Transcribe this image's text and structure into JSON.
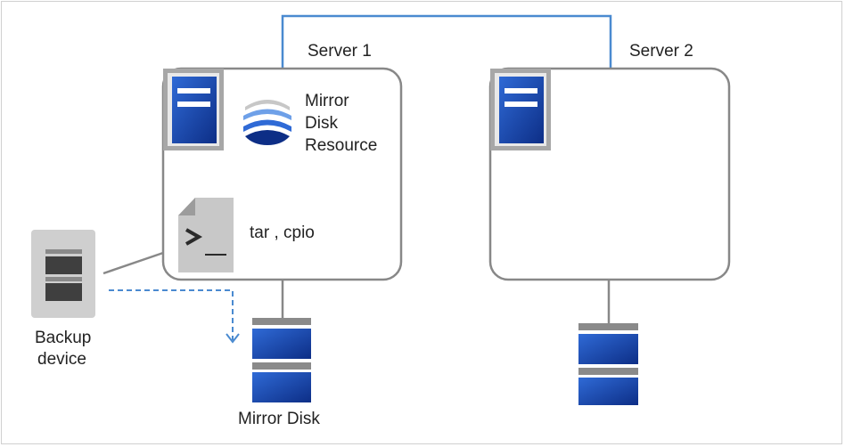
{
  "server1": {
    "label": "Server 1"
  },
  "server2": {
    "label": "Server 2"
  },
  "mirror_resource": {
    "line1": "Mirror",
    "line2": "Disk",
    "line3": "Resource",
    "icon": "mirror-disk-resource-icon"
  },
  "command": {
    "label": "tar , cpio",
    "icon": "terminal-script-icon"
  },
  "backup_device": {
    "line1": "Backup",
    "line2": "device"
  },
  "mirror_disk": {
    "label": "Mirror Disk"
  },
  "colors": {
    "server_blue": "#2458c6",
    "server_dark": "#0d2e86",
    "interconnect": "#4a8ad0",
    "frame_gray": "#888888",
    "backup_gray": "#cfcfcf"
  }
}
